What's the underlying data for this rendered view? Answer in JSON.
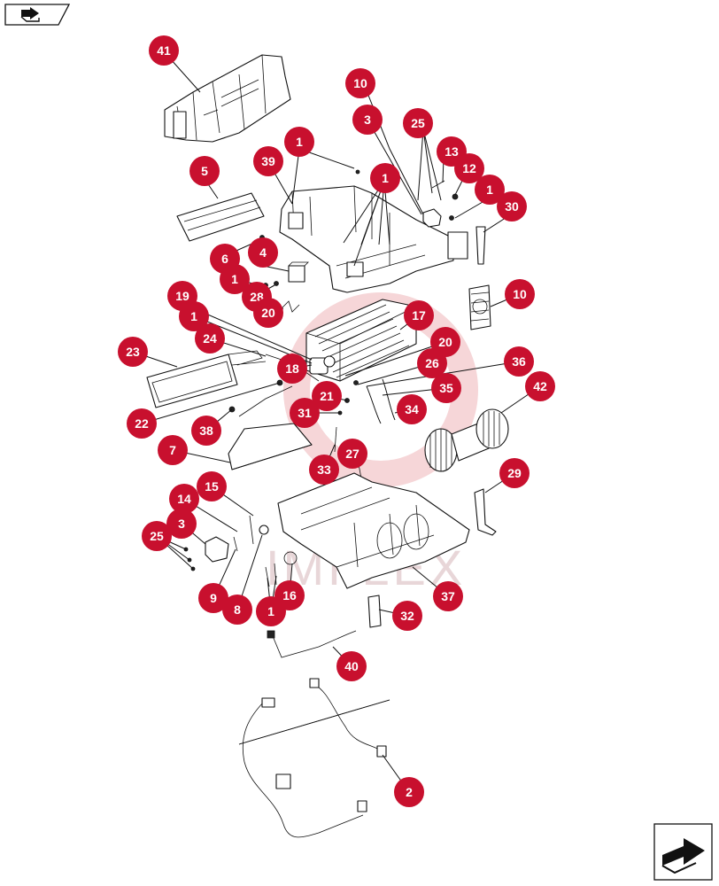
{
  "watermark": "IMFLEX",
  "colors": {
    "callout": "#c8102e",
    "line": "#111111",
    "watermark": "#f3c9cc"
  },
  "nav": {
    "top_icon": "arrow-back-icon",
    "bottom_icon": "arrow-next-icon"
  },
  "callouts": [
    {
      "label": "41"
    },
    {
      "label": "10"
    },
    {
      "label": "3"
    },
    {
      "label": "25"
    },
    {
      "label": "1"
    },
    {
      "label": "13"
    },
    {
      "label": "39"
    },
    {
      "label": "12"
    },
    {
      "label": "1"
    },
    {
      "label": "5"
    },
    {
      "label": "1"
    },
    {
      "label": "30"
    },
    {
      "label": "6"
    },
    {
      "label": "4"
    },
    {
      "label": "1"
    },
    {
      "label": "28"
    },
    {
      "label": "10"
    },
    {
      "label": "19"
    },
    {
      "label": "20"
    },
    {
      "label": "17"
    },
    {
      "label": "1"
    },
    {
      "label": "24"
    },
    {
      "label": "23"
    },
    {
      "label": "20"
    },
    {
      "label": "18"
    },
    {
      "label": "26"
    },
    {
      "label": "36"
    },
    {
      "label": "42"
    },
    {
      "label": "21"
    },
    {
      "label": "35"
    },
    {
      "label": "22"
    },
    {
      "label": "31"
    },
    {
      "label": "34"
    },
    {
      "label": "38"
    },
    {
      "label": "7"
    },
    {
      "label": "27"
    },
    {
      "label": "33"
    },
    {
      "label": "29"
    },
    {
      "label": "15"
    },
    {
      "label": "14"
    },
    {
      "label": "3"
    },
    {
      "label": "25"
    },
    {
      "label": "9"
    },
    {
      "label": "8"
    },
    {
      "label": "1"
    },
    {
      "label": "16"
    },
    {
      "label": "37"
    },
    {
      "label": "32"
    },
    {
      "label": "40"
    },
    {
      "label": "2"
    }
  ]
}
